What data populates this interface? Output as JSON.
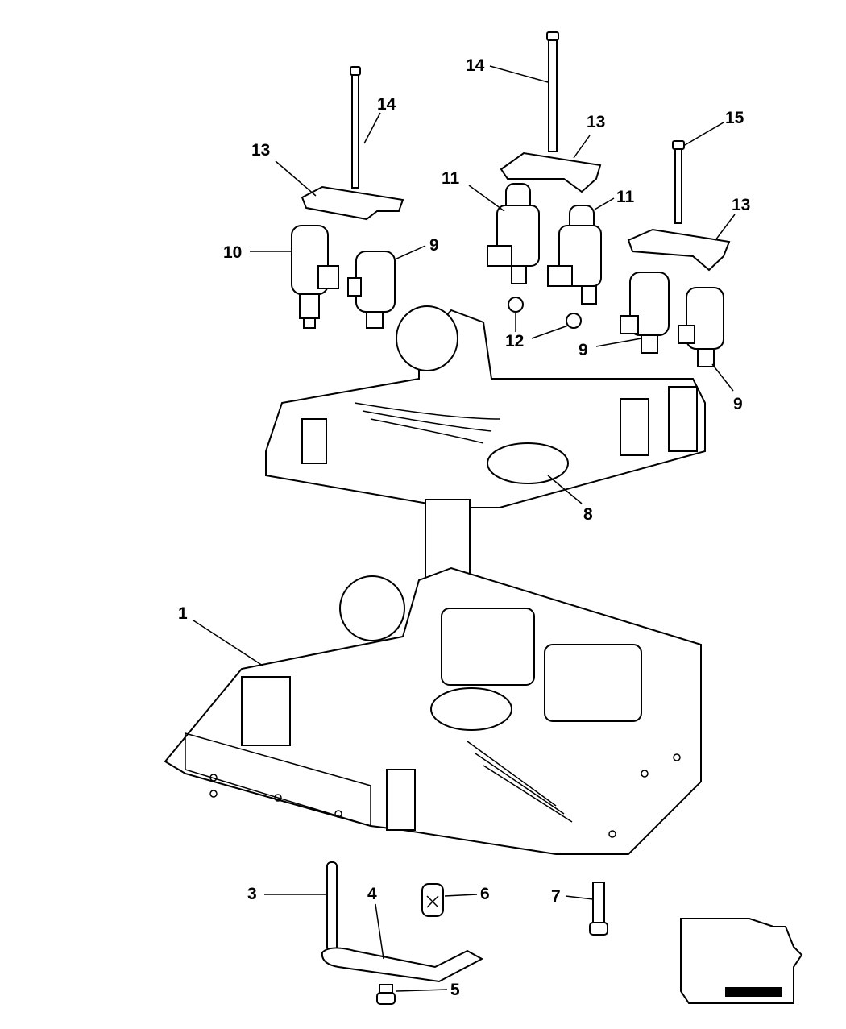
{
  "callouts": [
    {
      "id": "c14a",
      "text": "14"
    },
    {
      "id": "c14b",
      "text": "14"
    },
    {
      "id": "c13a",
      "text": "13"
    },
    {
      "id": "c13b",
      "text": "13"
    },
    {
      "id": "c15",
      "text": "15"
    },
    {
      "id": "c13c",
      "text": "13"
    },
    {
      "id": "c11a",
      "text": "11"
    },
    {
      "id": "c11b",
      "text": "11"
    },
    {
      "id": "c10",
      "text": "10"
    },
    {
      "id": "c9a",
      "text": "9"
    },
    {
      "id": "c12",
      "text": "12"
    },
    {
      "id": "c9b",
      "text": "9"
    },
    {
      "id": "c9c",
      "text": "9"
    },
    {
      "id": "c8",
      "text": "8"
    },
    {
      "id": "c1",
      "text": "1"
    },
    {
      "id": "c3",
      "text": "3"
    },
    {
      "id": "c4",
      "text": "4"
    },
    {
      "id": "c6",
      "text": "6"
    },
    {
      "id": "c7",
      "text": "7"
    },
    {
      "id": "c5",
      "text": "5"
    }
  ]
}
